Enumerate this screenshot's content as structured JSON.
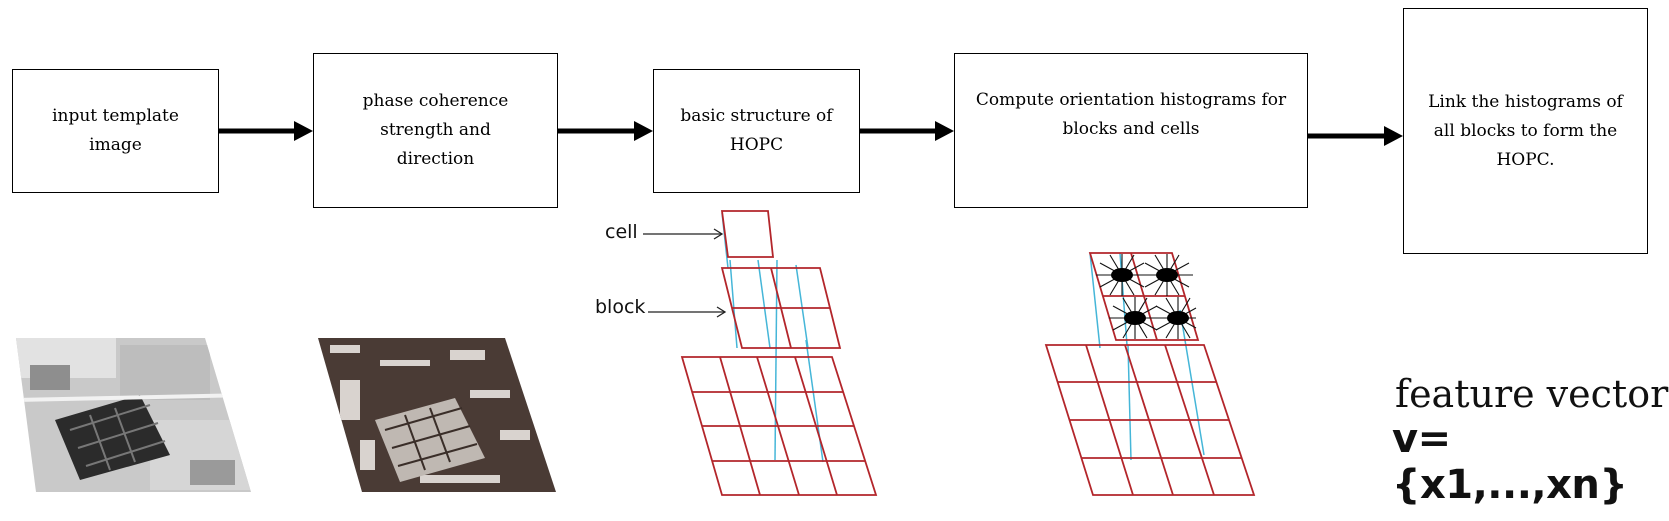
{
  "steps": [
    {
      "label": "input template image"
    },
    {
      "label": "phase coherence strength and direction"
    },
    {
      "label": "basic structure of HOPC"
    },
    {
      "label": "Compute orientation histograms for blocks and cells"
    },
    {
      "label": "Link the histograms of all blocks to form the HOPC."
    }
  ],
  "callouts": {
    "cell": "cell",
    "block": "block"
  },
  "feature_vector": {
    "title": "feature vector",
    "formula": "v={x1,...,xn}"
  },
  "images": [
    {
      "name": "input-template-image",
      "tone": "grayscale satellite image"
    },
    {
      "name": "phase-coherence-image",
      "tone": "dark brown textured map"
    }
  ],
  "colors": {
    "grid": "#b3262b",
    "link": "#45b6d8",
    "arrow": "#000000"
  }
}
